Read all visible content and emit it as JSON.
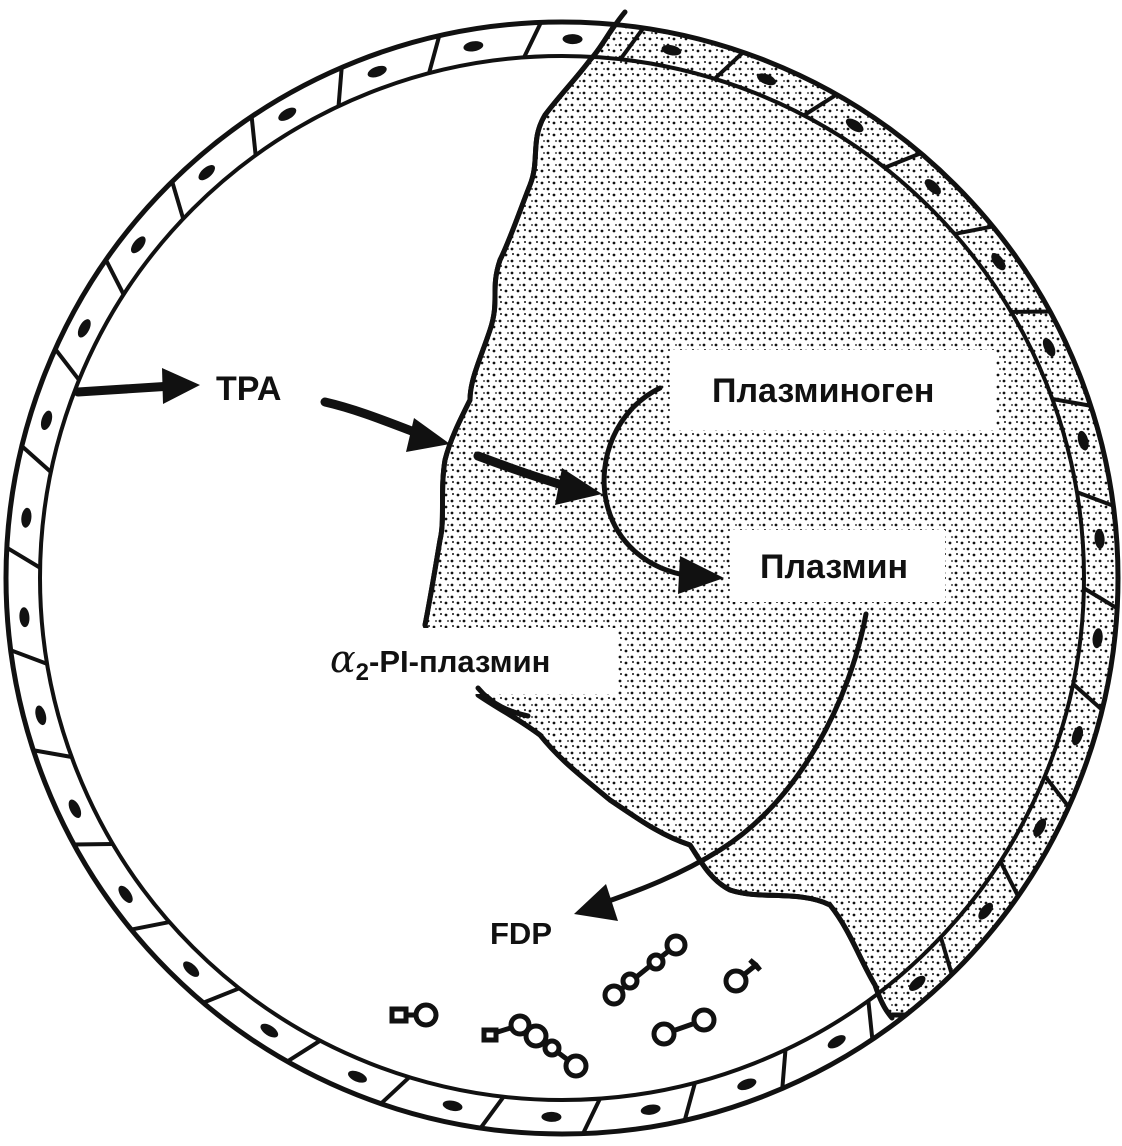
{
  "labels": {
    "tpa": "TPA",
    "plasminogen": "Плазминоген",
    "plasmin": "Плазмин",
    "alpha_symbol": "α",
    "alpha_subscript": "2",
    "alpha_rest": "-PI-плазмин",
    "fdp": "FDP"
  },
  "colors": {
    "ink": "#111111",
    "background": "#ffffff"
  }
}
